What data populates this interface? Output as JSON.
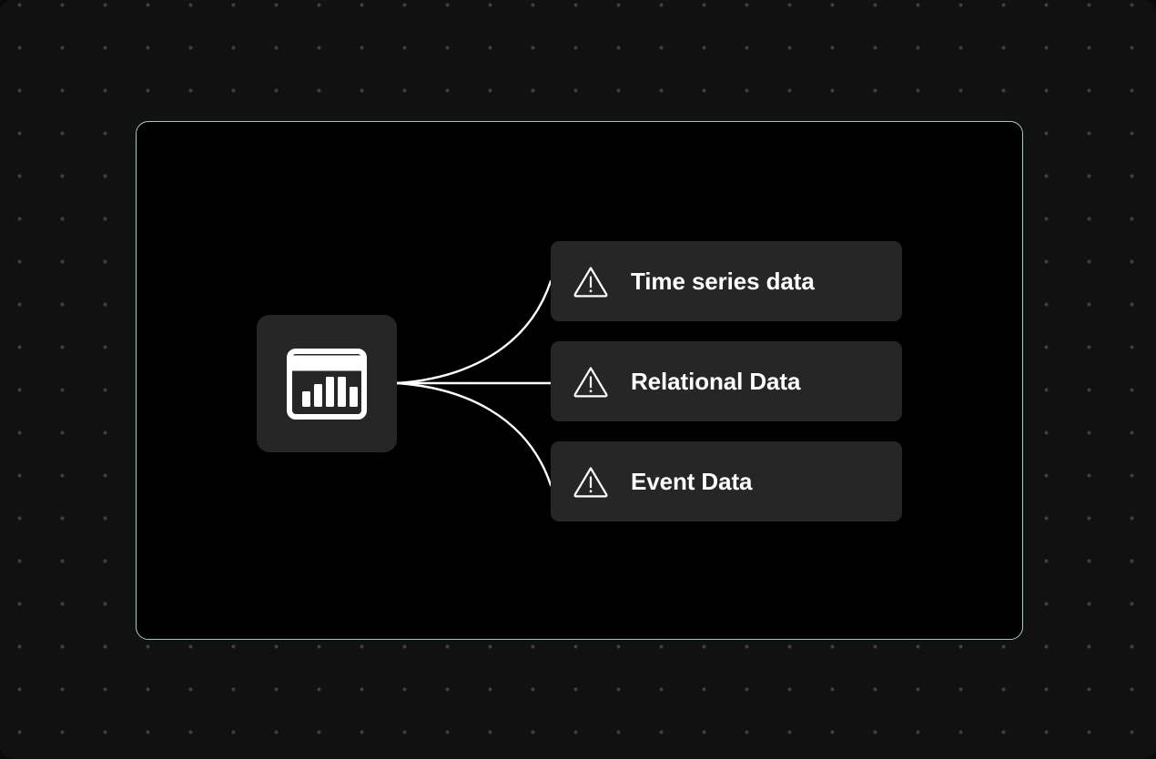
{
  "diagram": {
    "background_color": "#111111",
    "frame_border_color": "#a6cdb4",
    "frame_fill_color": "#000000",
    "node_fill_color": "#262626",
    "line_color": "#ffffff",
    "text_color": "#ffffff",
    "dot_grid_color": "#3f3f3f",
    "source": {
      "icon": "dashboard-bar-chart-icon",
      "label": ""
    },
    "targets": [
      {
        "id": "time-series-data",
        "label": "Time series data",
        "icon": "warning-triangle-icon"
      },
      {
        "id": "relational-data",
        "label": "Relational Data",
        "icon": "warning-triangle-icon"
      },
      {
        "id": "event-data",
        "label": "Event Data",
        "icon": "warning-triangle-icon"
      }
    ],
    "connectors": [
      {
        "from": "source",
        "to": "time-series-data",
        "style": "curved"
      },
      {
        "from": "source",
        "to": "relational-data",
        "style": "straight"
      },
      {
        "from": "source",
        "to": "event-data",
        "style": "curved"
      }
    ]
  }
}
